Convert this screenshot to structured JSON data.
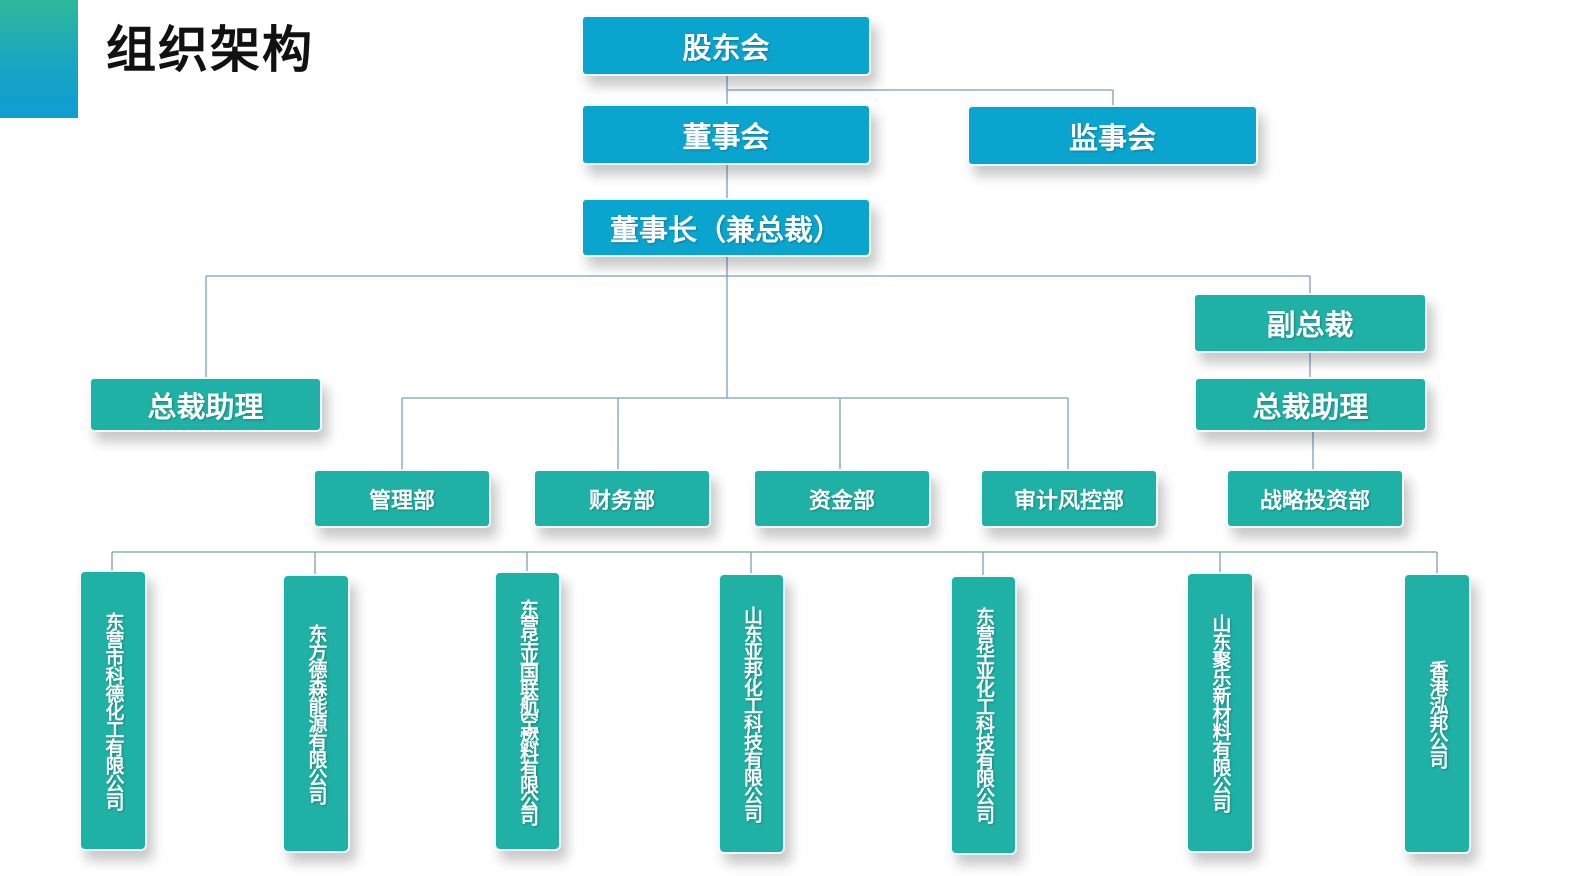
{
  "page": {
    "title": "组织架构"
  },
  "org": {
    "shareholders": "股东会",
    "board": "董事会",
    "supervisors": "监事会",
    "chairman": "董事长（兼总裁）",
    "vice_president": "副总裁",
    "assistant_left": "总裁助理",
    "assistant_right": "总裁助理",
    "departments": [
      "管理部",
      "财务部",
      "资金部",
      "审计风控部",
      "战略投资部"
    ],
    "subsidiaries": [
      "东营市科德化工有限公司",
      "东方德森能源有限公司",
      "东营华亚国联航空燃料有限公司",
      "山东亚邦化工科技有限公司",
      "东营华亚化工科技有限公司",
      "山东聚乐新材料有限公司",
      "香港泓邦公司"
    ]
  },
  "colors": {
    "blue": "#0aa5cf",
    "teal": "#1fb1a6",
    "line": "#7b9ec6"
  }
}
